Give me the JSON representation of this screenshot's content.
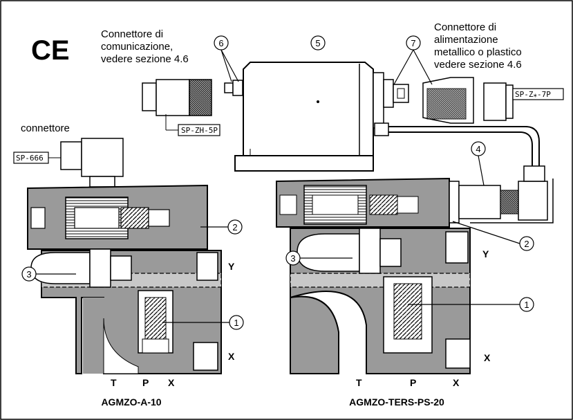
{
  "ce_mark": "CE",
  "texts": {
    "conn_comm": [
      "Connettore di",
      "comunicazione,",
      "vedere sezione 4.6"
    ],
    "conn_power": [
      "Connettore di",
      "alimentazione",
      "metallico o plastico",
      "vedere sezione 4.6"
    ],
    "connettore": "connettore"
  },
  "codes": {
    "sp666": "SP-666",
    "spzh5p": "SP-ZH-5P",
    "spz7p": "SP-Z⁎-7P"
  },
  "callouts": {
    "c1": "1",
    "c2": "2",
    "c3": "3",
    "c4": "4",
    "c5": "5",
    "c6": "6",
    "c7": "7"
  },
  "ports": {
    "left_y": "Y",
    "left_x": "X",
    "right_y": "Y",
    "right_x": "X",
    "left_T": "T",
    "left_P": "P",
    "left_Xb": "X",
    "right_T": "T",
    "right_P": "P",
    "right_Xb": "X"
  },
  "models": {
    "left": "AGMZO-A-10",
    "right": "AGMZO-TERS-PS-20"
  },
  "colors": {
    "body": "#9a9a9a",
    "body_dark": "#6f6f6f",
    "body_light": "#c8c8c8",
    "line": "#000000"
  }
}
